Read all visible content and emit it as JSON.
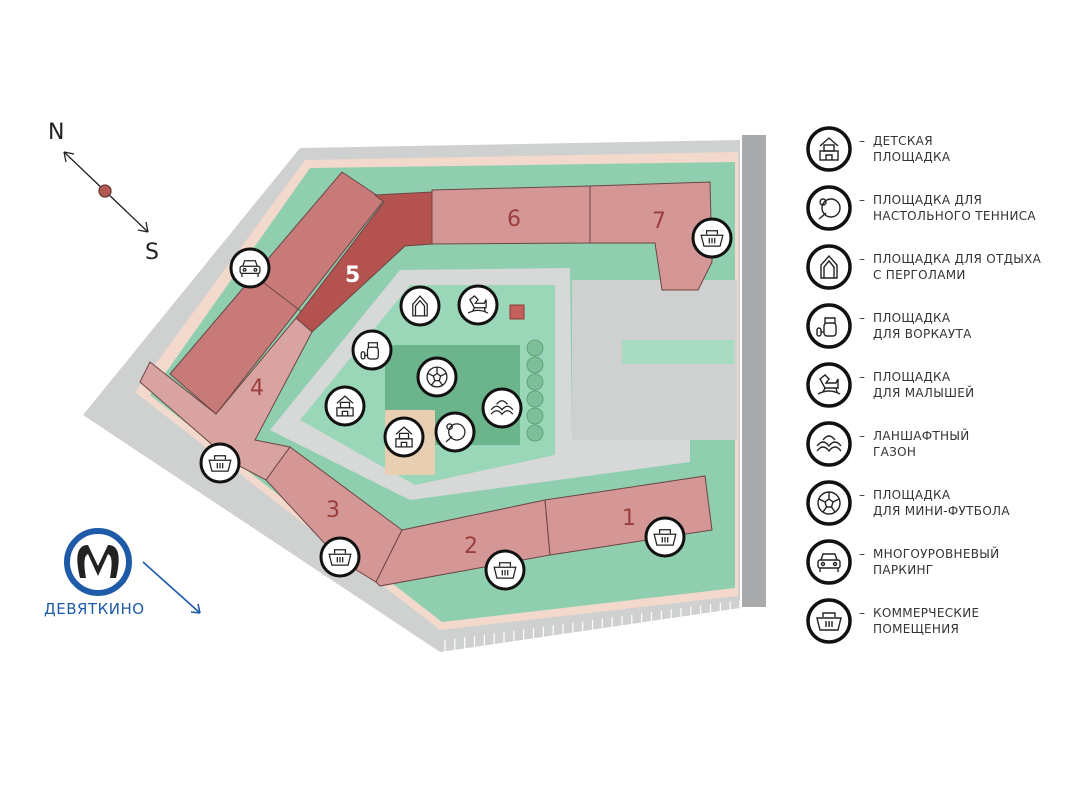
{
  "compass": {
    "north": "N",
    "south": "S"
  },
  "metro": {
    "station": "ДЕВЯТКИНО",
    "color": "#1d5aa8"
  },
  "buildings": [
    {
      "number": "1"
    },
    {
      "number": "2"
    },
    {
      "number": "3"
    },
    {
      "number": "4"
    },
    {
      "number": "5"
    },
    {
      "number": "6"
    },
    {
      "number": "7"
    }
  ],
  "colors": {
    "building": "#d49795",
    "building_dark": "#c77a77",
    "building_highlight": "#b4524f",
    "lawn": "#8fcfb0",
    "road": "#cfd0d0",
    "path": "#f2d9cc"
  },
  "legend": [
    {
      "icon": "kids-playground-icon",
      "lines": [
        "ДЕТСКАЯ",
        "ПЛОЩАДКА"
      ]
    },
    {
      "icon": "table-tennis-icon",
      "lines": [
        "ПЛОЩАДКА ДЛЯ",
        "НАСТОЛЬНОГО ТЕННИСА"
      ]
    },
    {
      "icon": "pergola-icon",
      "lines": [
        "ПЛОЩАДКА ДЛЯ ОТДЫХА",
        "С ПЕРГОЛАМИ"
      ]
    },
    {
      "icon": "workout-icon",
      "lines": [
        "ПЛОЩАДКА",
        "ДЛЯ ВОРКАУТА"
      ]
    },
    {
      "icon": "rocking-horse-icon",
      "lines": [
        "ПЛОЩАДКА",
        "ДЛЯ МАЛЫШЕЙ"
      ]
    },
    {
      "icon": "landscape-lawn-icon",
      "lines": [
        "ЛАНШАФТНЫЙ",
        "ГАЗОН"
      ]
    },
    {
      "icon": "football-icon",
      "lines": [
        "ПЛОЩАДКА",
        "ДЛЯ МИНИ-ФУТБОЛА"
      ]
    },
    {
      "icon": "car-parking-icon",
      "lines": [
        "МНОГОУРОВНЕВЫЙ",
        "ПАРКИНГ"
      ]
    },
    {
      "icon": "shopping-basket-icon",
      "lines": [
        "КОММЕРЧЕСКИЕ",
        "ПОМЕЩЕНИЯ"
      ]
    }
  ],
  "legend_dash": "–"
}
